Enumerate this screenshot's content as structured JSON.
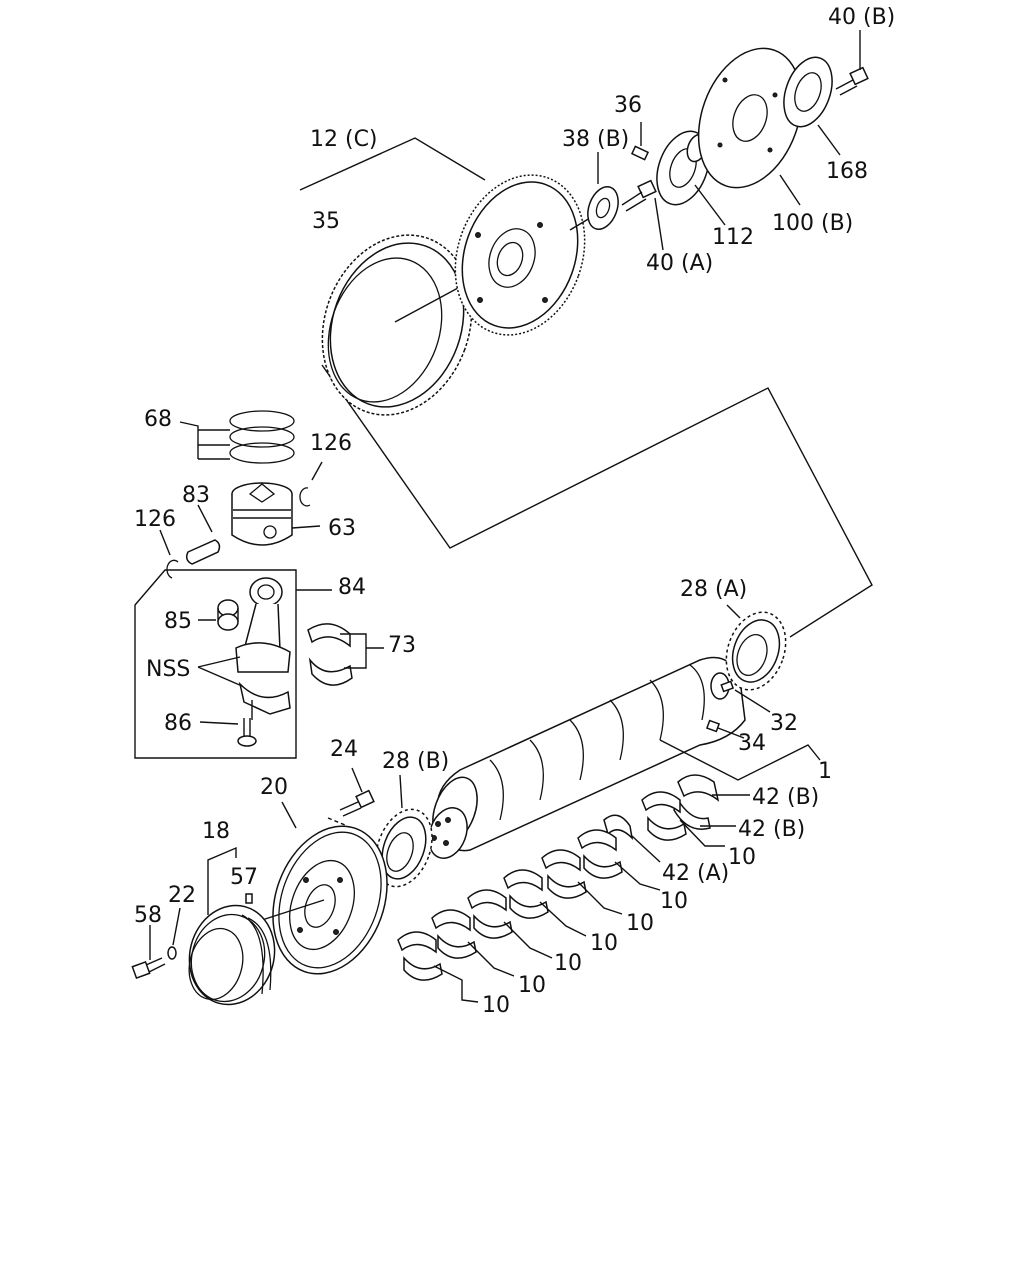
{
  "labels": {
    "l40b_top": "40 (B)",
    "l36": "36",
    "l38b": "38 (B)",
    "l12c": "12 (C)",
    "l35": "35",
    "l168": "168",
    "l100b": "100 (B)",
    "l112": "112",
    "l40a": "40 (A)",
    "l68": "68",
    "l126a": "126",
    "l83": "83",
    "l126b": "126",
    "l63": "63",
    "l84": "84",
    "l85": "85",
    "l73": "73",
    "lnss": "NSS",
    "l86": "86",
    "l28a": "28 (A)",
    "l32": "32",
    "l34": "34",
    "l1": "1",
    "l24": "24",
    "l28b": "28 (B)",
    "l20": "20",
    "l42b1": "42 (B)",
    "l42b2": "42 (B)",
    "l10a": "10",
    "l18": "18",
    "l57": "57",
    "l42a": "42 (A)",
    "l10b": "10",
    "l22": "22",
    "l58": "58",
    "l10c": "10",
    "l10d": "10",
    "l10e": "10",
    "l10f": "10",
    "l10g": "10"
  },
  "colors": {
    "line": "#111111",
    "background": "#ffffff"
  }
}
